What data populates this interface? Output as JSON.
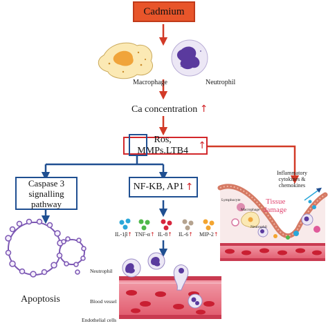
{
  "colors": {
    "arrow_red": "#d23a27",
    "arrow_blue": "#1f4f91",
    "cadmium_fill": "#e8552a",
    "box_red": "#d2262a",
    "box_blue": "#1f4f91"
  },
  "top_box": {
    "label": "Cadmium"
  },
  "cells": {
    "macrophage": "Macrophage",
    "neutrophil": "Neutrophil"
  },
  "ca": {
    "label": "Ca concentration",
    "arrow": "↑"
  },
  "ros_box": {
    "label": "Ros, MMPs.LTB4",
    "arrow": "↑"
  },
  "caspase_box": {
    "line1": "Caspase 3",
    "line2": "signalling",
    "line3": "pathway"
  },
  "nfkb_box": {
    "label": "NF-KB, AP1",
    "arrow": "↑"
  },
  "apoptosis": {
    "label": "Apoptosis"
  },
  "cytokines": [
    {
      "name": "IL-1β",
      "arrow": "↑",
      "color": "#2aa7d9"
    },
    {
      "name": "TNF-α",
      "arrow": "↑",
      "color": "#4fb84a"
    },
    {
      "name": "IL-8",
      "arrow": "↑",
      "color": "#d7263d"
    },
    {
      "name": "IL-6",
      "arrow": "↑",
      "color": "#b5a38f"
    },
    {
      "name": "MIP-2",
      "arrow": "↑",
      "color": "#f3a530"
    }
  ],
  "vessel_labels": {
    "neutrophil": "Neutrophil",
    "blood_vessel": "Blood vessel",
    "endothelial": "Endothelial cells"
  },
  "tissue": {
    "inflammatory_line1": "Inflammatory",
    "inflammatory_line2": "cytokines &",
    "inflammatory_line3": "chemokines",
    "damage_line1": "Tissue",
    "damage_line2": "damage",
    "lymphocyte": "Lymphocyte",
    "macrophage": "Macrophage",
    "neutrophil": "Neutrophil"
  }
}
